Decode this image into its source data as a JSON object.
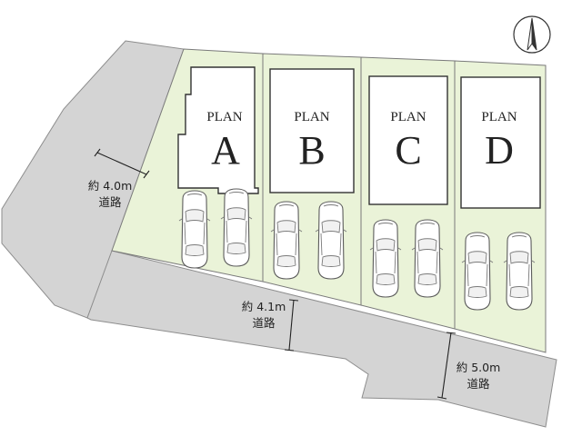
{
  "plans": [
    {
      "word": "PLAN",
      "letter": "A"
    },
    {
      "word": "PLAN",
      "letter": "B"
    },
    {
      "word": "PLAN",
      "letter": "C"
    },
    {
      "word": "PLAN",
      "letter": "D"
    }
  ],
  "roads": [
    {
      "width": "約 4.0m",
      "name": "道路"
    },
    {
      "width": "約 4.1m",
      "name": "道路"
    },
    {
      "width": "約 5.0m",
      "name": "道路"
    }
  ],
  "colors": {
    "lot": "#eaf3d8",
    "road": "#d4d4d4",
    "house": "#ffffff"
  },
  "north_arrow": "north-arrow-icon"
}
